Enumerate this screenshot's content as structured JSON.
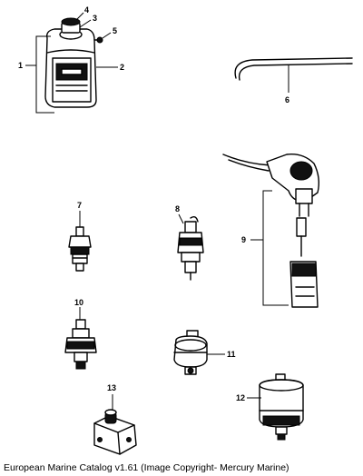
{
  "diagram": {
    "callouts": {
      "c1": "1",
      "c2": "2",
      "c3": "3",
      "c4": "4",
      "c5": "5",
      "c6": "6",
      "c7": "7",
      "c8": "8",
      "c9": "9",
      "c10": "10",
      "c11": "11",
      "c12": "12",
      "c13": "13"
    },
    "caption": "European Marine Catalog v1.61 (Image Copyright- Mercury Marine)"
  }
}
